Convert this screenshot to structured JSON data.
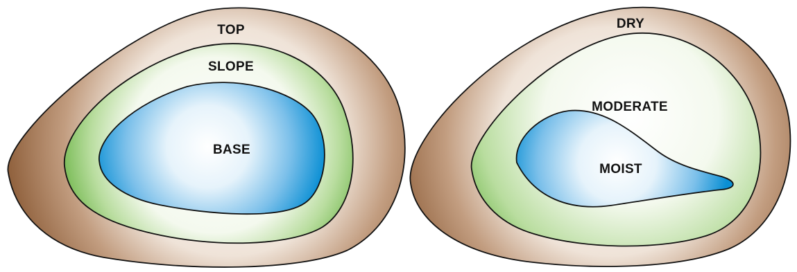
{
  "colors": {
    "outer_ring": "#8a5a35",
    "outer_ring_light": "#efe3d8",
    "middle_ring": "#6db548",
    "middle_ring_light": "#f4f9ee",
    "inner_zone": "#0a8fd4",
    "inner_zone_light": "#ffffff",
    "outline": "#111111",
    "label_text": "#111111"
  },
  "diagrams": [
    {
      "outer_label": "TOP",
      "middle_label": "SLOPE",
      "inner_label": "BASE"
    },
    {
      "outer_label": "DRY",
      "middle_label": "MODERATE",
      "inner_label": "MOIST"
    }
  ]
}
